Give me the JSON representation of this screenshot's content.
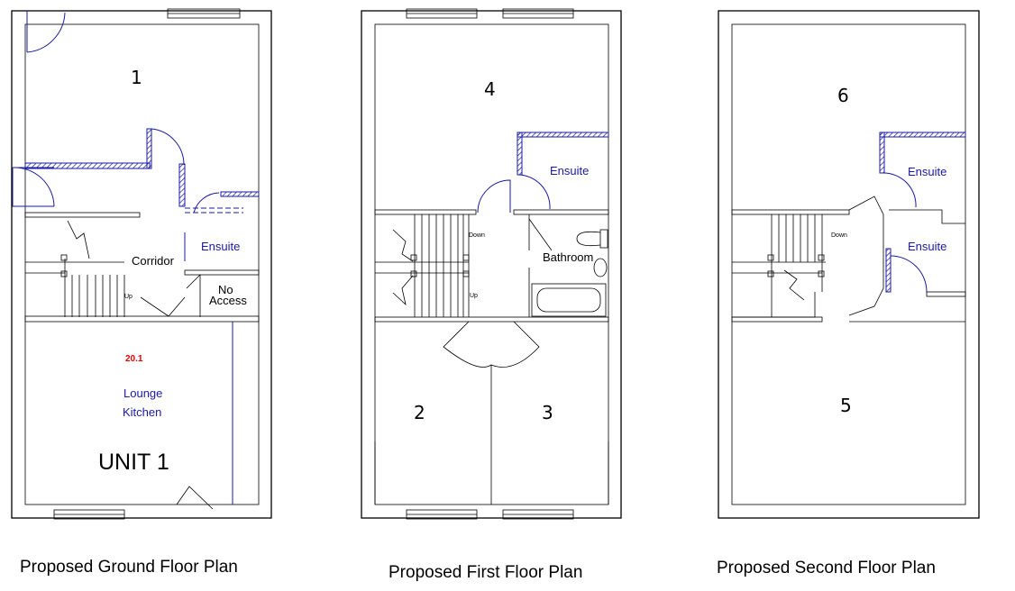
{
  "plans": [
    {
      "title": "Proposed Ground Floor Plan",
      "rooms": {
        "room_1": "1",
        "corridor": "Corridor",
        "ensuite": "Ensuite",
        "no_access_1": "No",
        "no_access_2": "Access",
        "up": "Up",
        "area": "20.1",
        "lounge": "Lounge",
        "kitchen": "Kitchen",
        "unit": "UNIT 1"
      }
    },
    {
      "title": "Proposed First Floor Plan",
      "rooms": {
        "room_4": "4",
        "ensuite": "Ensuite",
        "bathroom": "Bathroom",
        "down": "Down",
        "up": "Up",
        "room_2": "2",
        "room_3": "3"
      }
    },
    {
      "title": "Proposed Second Floor Plan",
      "rooms": {
        "room_6": "6",
        "ensuite_upper": "Ensuite",
        "ensuite_lower": "Ensuite",
        "down": "Down",
        "room_5": "5"
      }
    }
  ],
  "colors": {
    "walls": "#000000",
    "annotation_blue": "#1a1aa6",
    "area_red": "#e00000"
  }
}
